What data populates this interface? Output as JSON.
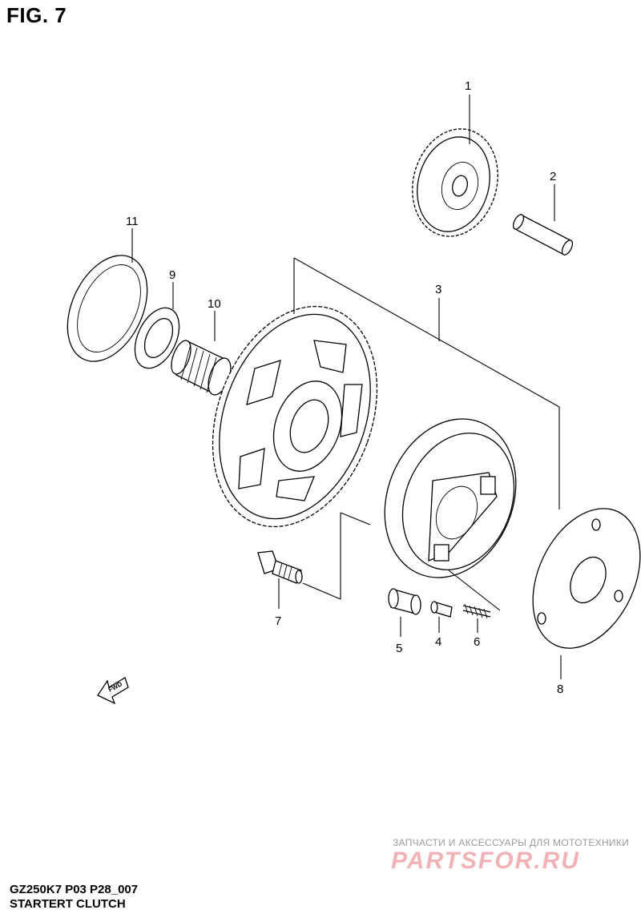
{
  "figure": {
    "title": "FIG. 7"
  },
  "callouts": [
    {
      "id": "1",
      "label": "1"
    },
    {
      "id": "2",
      "label": "2"
    },
    {
      "id": "3",
      "label": "3"
    },
    {
      "id": "4",
      "label": "4"
    },
    {
      "id": "5",
      "label": "5"
    },
    {
      "id": "6",
      "label": "6"
    },
    {
      "id": "7",
      "label": "7"
    },
    {
      "id": "8",
      "label": "8"
    },
    {
      "id": "9",
      "label": "9"
    },
    {
      "id": "10",
      "label": "10"
    },
    {
      "id": "11",
      "label": "11"
    }
  ],
  "fwd_arrow": {
    "label": "FWD"
  },
  "footer": {
    "code": "GZ250K7 P03 P28_007",
    "name": "STARTERT CLUTCH"
  },
  "watermark": {
    "tagline": "ЗАПЧАСТИ И АКСЕССУАРЫ ДЛЯ МОТОТЕХНИКИ",
    "brand": "PARTSFOR.RU"
  },
  "colors": {
    "line": "#000000",
    "background": "#ffffff",
    "watermark_brand": "#f1b2b6",
    "watermark_text": "#9a9a9a"
  }
}
